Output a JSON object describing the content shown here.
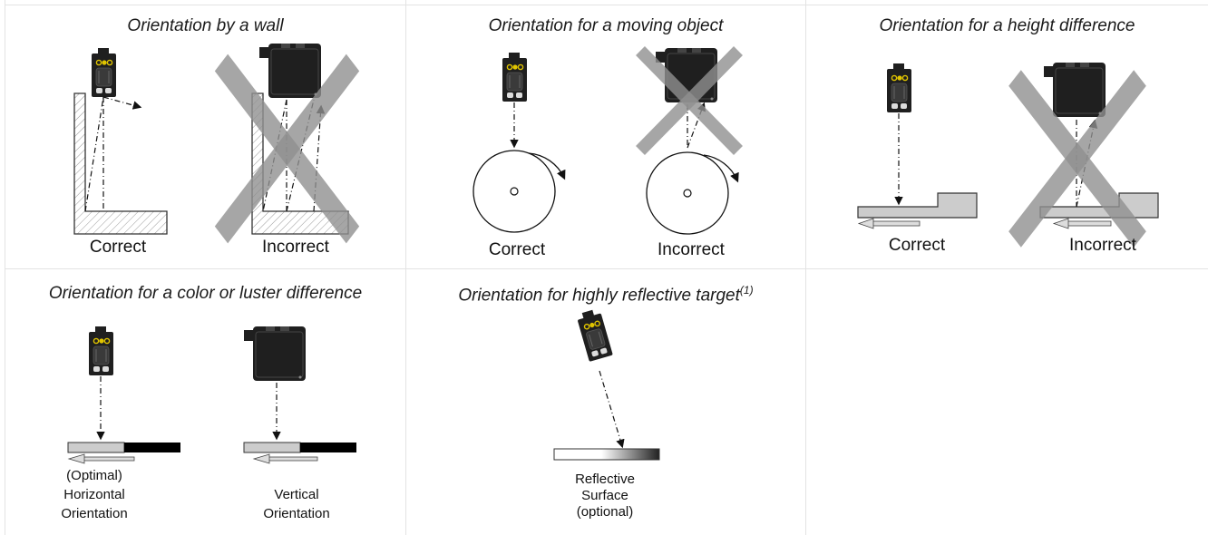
{
  "panels": {
    "wall": {
      "title": "Orientation by a wall",
      "correct": "Correct",
      "incorrect": "Incorrect"
    },
    "moving": {
      "title": "Orientation for a moving object",
      "correct": "Correct",
      "incorrect": "Incorrect"
    },
    "height": {
      "title": "Orientation for a height difference",
      "correct": "Correct",
      "incorrect": "Incorrect"
    },
    "color": {
      "title": "Orientation for a color or luster difference",
      "horizontal_line1": "(Optimal)",
      "horizontal_line2": "Horizontal",
      "horizontal_line3": "Orientation",
      "vertical_line1": "Vertical",
      "vertical_line2": "Orientation"
    },
    "reflective": {
      "title": "Orientation for highly reflective target",
      "title_note": "(1)",
      "label_line1": "Reflective",
      "label_line2": "Surface",
      "label_line3": "(optional)"
    }
  },
  "colors": {
    "divider": "#e3e3e3",
    "sensor_body": "#1f1f1f",
    "cross": "#9a9a9a",
    "led_yellow": "#e0c400",
    "surface_fill": "#cccccc"
  },
  "icons": {
    "sensor_front": "sensor-front-icon",
    "sensor_side": "sensor-side-icon",
    "cross": "incorrect-cross-icon",
    "motion_arrow": "rotation-arrow-icon",
    "movement_arrow": "movement-arrow-icon"
  }
}
